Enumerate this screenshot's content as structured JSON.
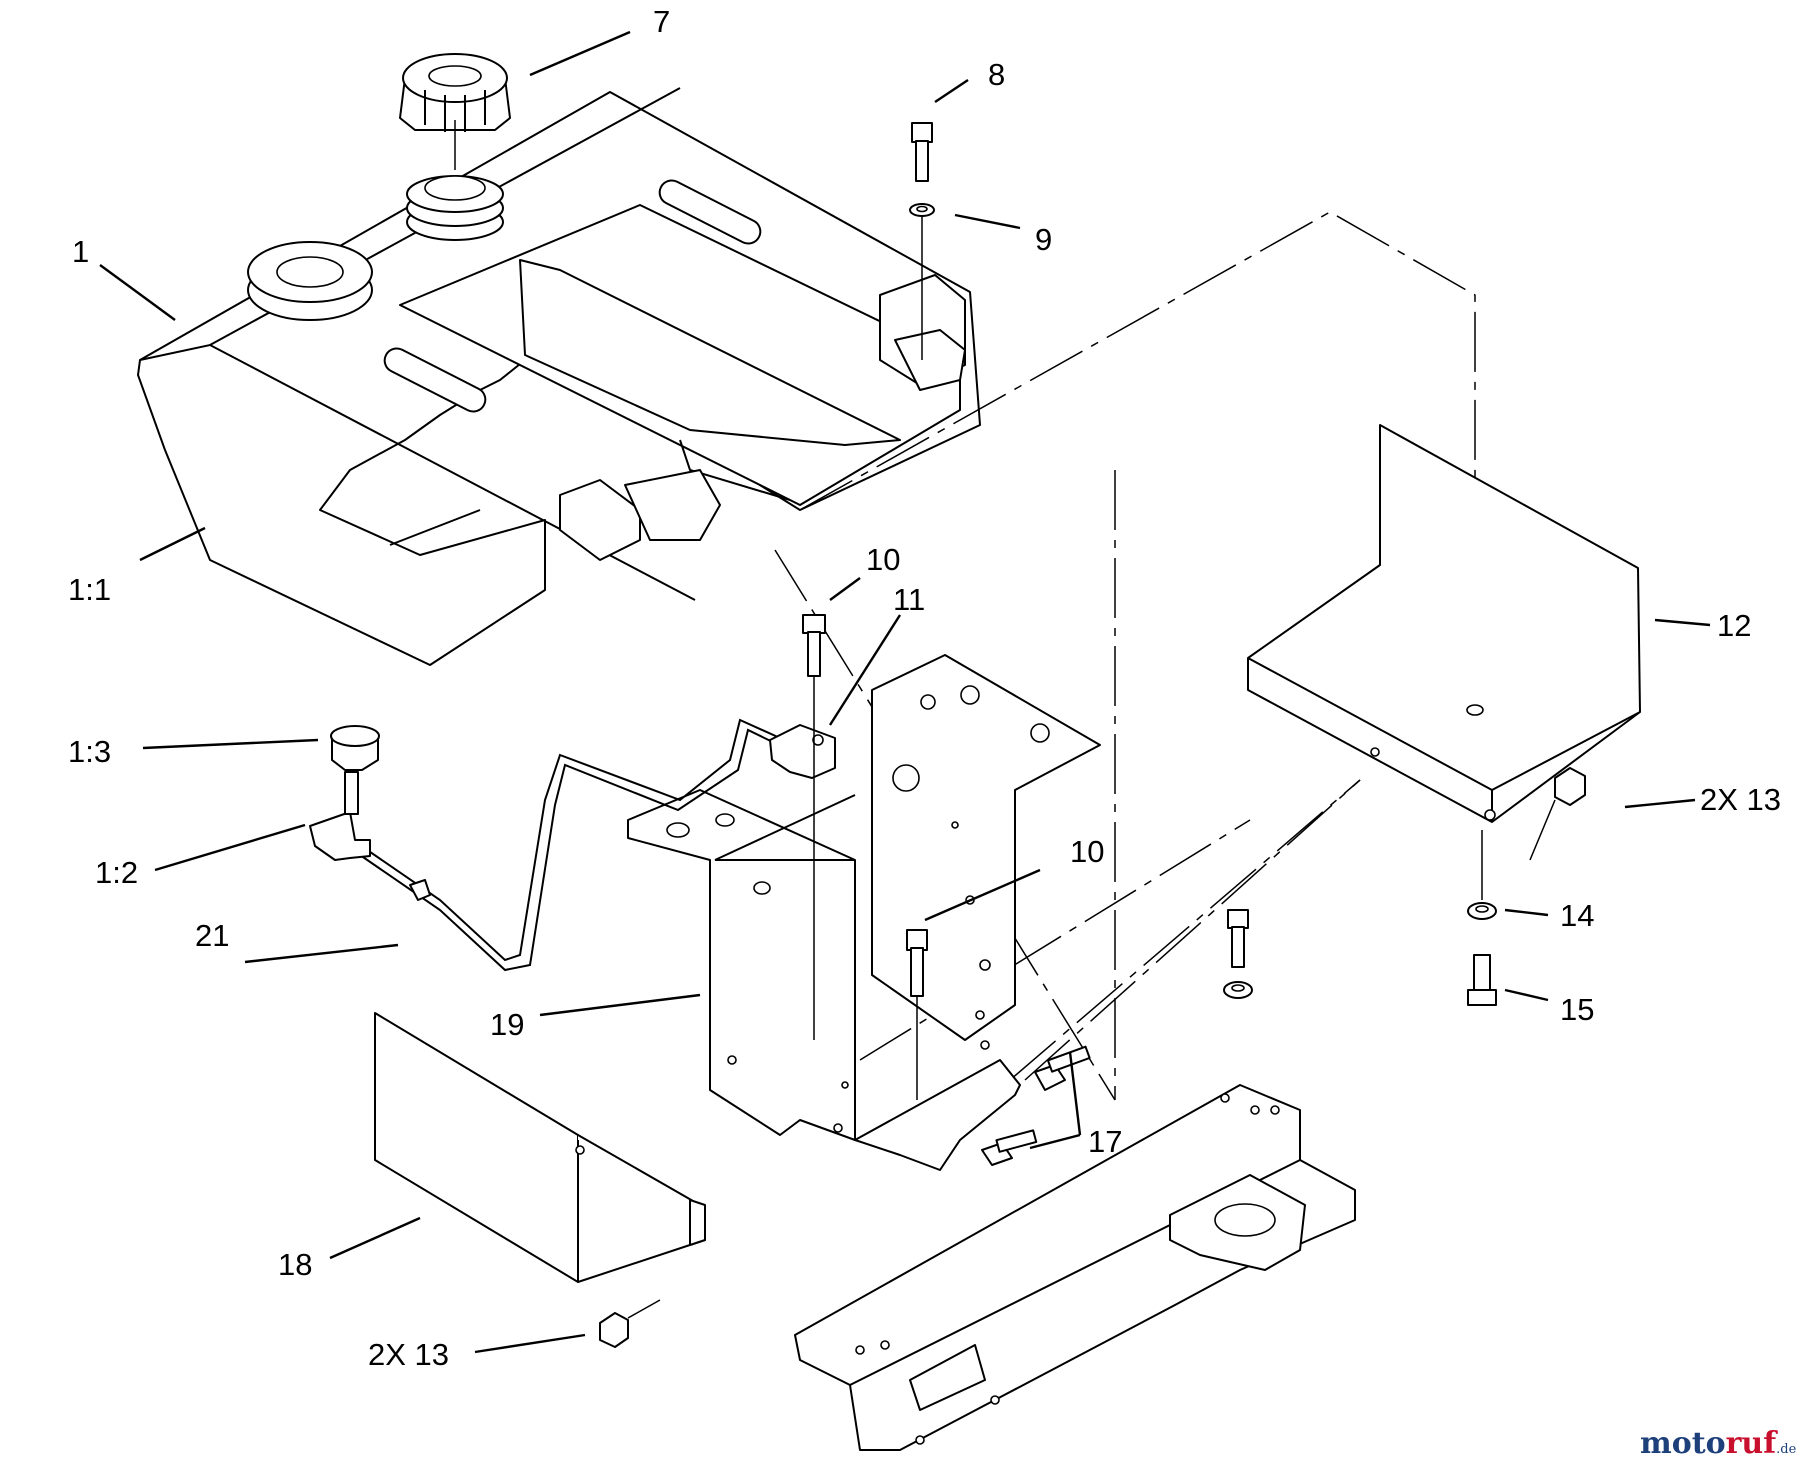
{
  "callouts": {
    "c1": "1",
    "c1_1": "1:1",
    "c1_2": "1:2",
    "c1_3": "1:3",
    "c7": "7",
    "c8": "8",
    "c9": "9",
    "c10a": "10",
    "c10b": "10",
    "c11": "11",
    "c12": "12",
    "c13a": "2X 13",
    "c13b": "2X 13",
    "c14": "14",
    "c15": "15",
    "c17": "17",
    "c18": "18",
    "c19": "19",
    "c21": "21"
  },
  "watermark": {
    "part1": "moto",
    "part2": "ruf",
    "suffix": ".de"
  }
}
